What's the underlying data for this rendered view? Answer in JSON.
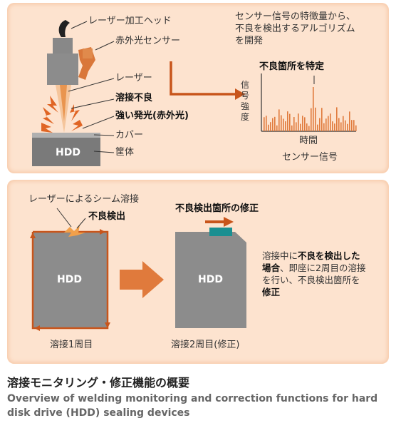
{
  "top_panel": {
    "labels": {
      "laser_head": "レーザー加工ヘッド",
      "ir_sensor": "赤外光センサー",
      "laser": "レーザー",
      "defect": "溶接不良",
      "strong_emission": "強い発光(赤外光)",
      "cover": "カバー",
      "housing": "筐体",
      "hdd": "HDD"
    },
    "algorithm_text": [
      "センサー信号の特徴量から、",
      "不良を検出するアルゴリズム",
      "を開発"
    ],
    "signal_chart": {
      "peak_label": "不良箇所を特定",
      "ylabel": "信号強度",
      "xlabel": "時間",
      "caption": "センサー信号"
    }
  },
  "bottom_panel": {
    "seam_weld_label": "レーザーによるシーム溶接",
    "defect_detect_label": "不良検出",
    "fix_label": "不良検出箇所の修正",
    "hdd": "HDD",
    "pass1_caption": "溶接1周目",
    "pass2_caption": "溶接2周目(修正)",
    "description": [
      {
        "text": "溶接中に",
        "bold": false
      },
      {
        "text": "不良を検出した",
        "bold": true
      },
      {
        "text": "場合",
        "bold": true
      },
      {
        "text": "、即座に2周目の溶接",
        "bold": false
      },
      {
        "text": "を行い、不良検出箇所を",
        "bold": false
      },
      {
        "text": "修正",
        "bold": true
      }
    ]
  },
  "caption": {
    "title_ja": "溶接モニタリング・修正機能の概要",
    "title_en": "Overview of welding monitoring and correction functions for hard disk drive (HDD) sealing devices"
  },
  "colors": {
    "accent": "#c8551b",
    "arrow_fill": "#e07a3c",
    "panel_bg": "#fde3cf",
    "device_gray": "#8c8c8c",
    "teal_patch": "#1a8f91"
  }
}
